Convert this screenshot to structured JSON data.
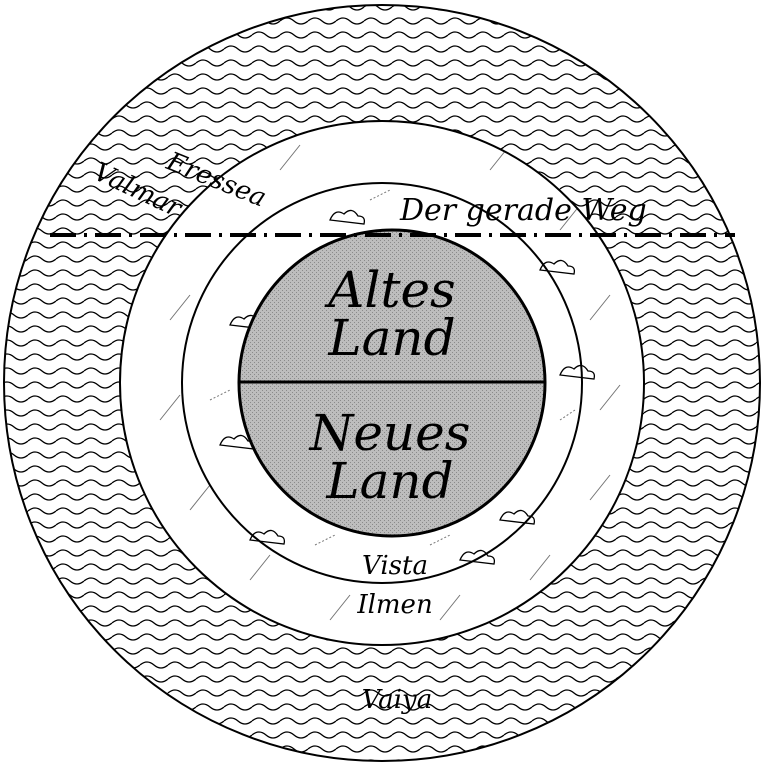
{
  "rings": {
    "outer": "Vaiya",
    "middle": "Ilmen",
    "inner": "Vista"
  },
  "land": {
    "upper_line1": "Altes",
    "upper_line2": "Land",
    "lower_line1": "Neues",
    "lower_line2": "Land"
  },
  "path": {
    "label": "Der gerade Weg"
  },
  "places": {
    "valmar": "Valmar",
    "eressea": "Eressea"
  },
  "colors": {
    "ink": "#000000",
    "land_fill": "#b8b8b8",
    "water_line": "#000000",
    "paper": "#ffffff"
  }
}
